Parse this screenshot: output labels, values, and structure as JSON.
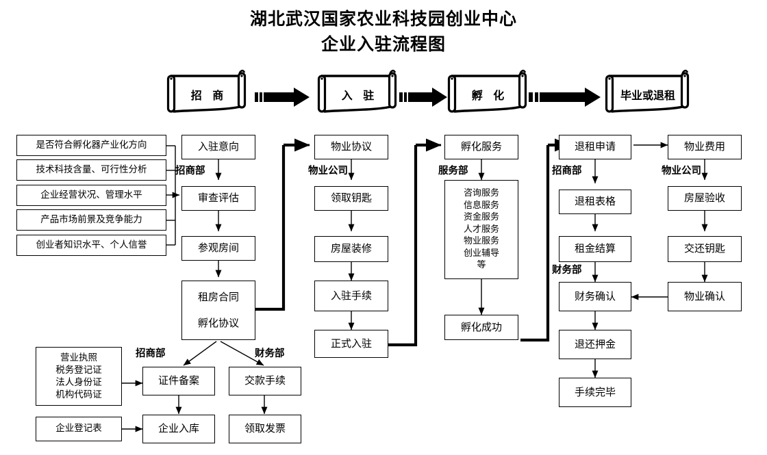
{
  "title": {
    "line1": "湖北武汉国家农业科技园创业中心",
    "line2": "企业入驻流程图"
  },
  "stages": [
    {
      "label": "招  商",
      "name": "stage-recruitment"
    },
    {
      "label": "入  驻",
      "name": "stage-moving-in"
    },
    {
      "label": "孵  化",
      "name": "stage-incubation"
    },
    {
      "label": "毕业或退租",
      "name": "stage-graduate-or-exit"
    }
  ],
  "departments": {
    "recruitment": "招商部",
    "property": "物业公司",
    "service": "服务部",
    "finance": "财务部"
  },
  "criteria": [
    "是否符合孵化器产业化方向",
    "技术科技含量、可行性分析",
    "企业经营状况、管理水平",
    "产品市场前景及竞争能力",
    "创业者知识水平、个人信誉"
  ],
  "col_recruitment": [
    "入驻意向",
    "审查评估",
    "参观房间"
  ],
  "contract_box": {
    "line1": "租房合同",
    "line2": "孵化协议"
  },
  "col_property": [
    "物业协议",
    "领取钥匙",
    "房屋装修",
    "入驻手续",
    "正式入驻"
  ],
  "col_incubation": {
    "head": "孵化服务",
    "services": [
      "咨询服务",
      "信息服务",
      "资金服务",
      "人才服务",
      "物业服务",
      "创业辅导",
      "等"
    ],
    "result": "孵化成功"
  },
  "col_exit": [
    "退租申请",
    "退租表格",
    "租金结算",
    "财务确认",
    "退还押金",
    "手续完毕"
  ],
  "col_property_exit": [
    "物业费用",
    "房屋验收",
    "交还钥匙",
    "物业确认"
  ],
  "documents": {
    "certificates": [
      "营业执照",
      "税务登记证",
      "法人身份证",
      "机构代码证"
    ],
    "registration_form": "企业登记表"
  },
  "bottom_flow": {
    "recruitment_dept": "招商部",
    "finance_dept": "财务部",
    "filing": "证件备案",
    "payment": "交款手续",
    "enroll": "企业入库",
    "invoice": "领取发票"
  },
  "colors": {
    "line": "#000000",
    "background": "#ffffff",
    "text": "#000000"
  }
}
